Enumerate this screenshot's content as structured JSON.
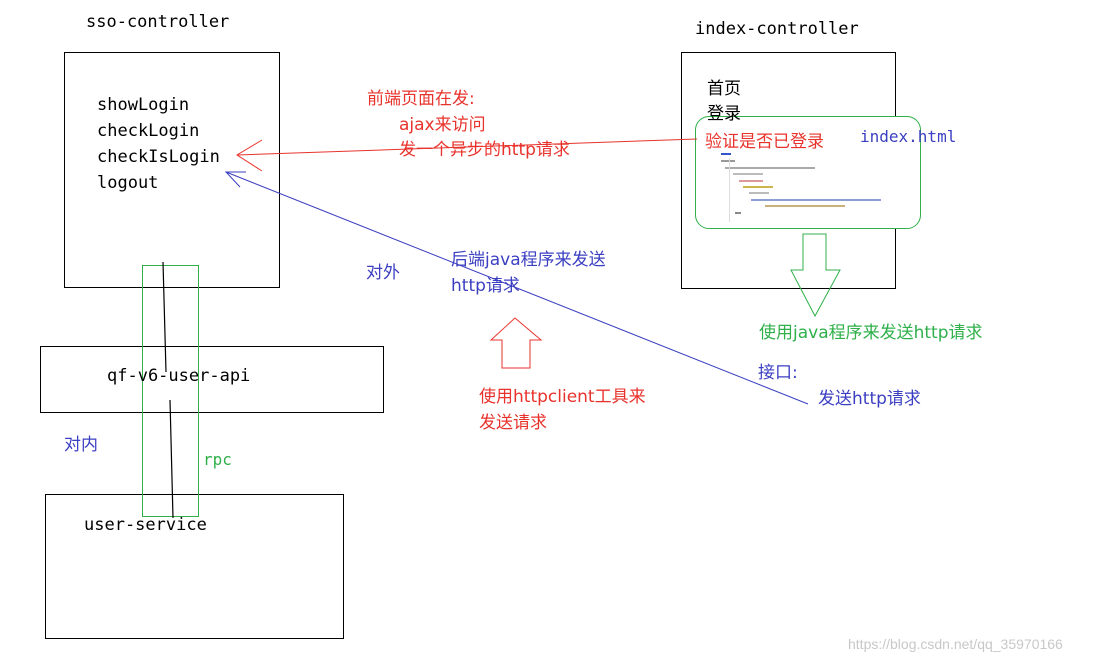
{
  "sso": {
    "title": "sso-controller",
    "methods": [
      "showLogin",
      "checkLogin",
      "checkIsLogin",
      "logout"
    ]
  },
  "index": {
    "title": "index-controller",
    "home": "首页",
    "login": "登录",
    "verify": "验证是否已登录",
    "file": "index.html"
  },
  "api": {
    "label": "qf-v6-user-api"
  },
  "service": {
    "label": "user-service"
  },
  "labels": {
    "frontend": [
      "前端页面在发:",
      "ajax来访问",
      "发一个异步的http请求"
    ],
    "backend": [
      "后端java程序来发送",
      "http请求"
    ],
    "external": "对外",
    "internal": "对内",
    "rpc": "rpc",
    "httpclient": [
      "使用httpclient工具来",
      "发送请求"
    ],
    "java_send": "使用java程序来发送http请求",
    "interface": [
      "接口:",
      "发送http请求"
    ]
  },
  "watermark": "https://blog.csdn.net/qq_35970166",
  "colors": {
    "red": "#e8332c",
    "blue": "#3b3fc1",
    "green": "#2fb04a",
    "black": "#000000"
  }
}
